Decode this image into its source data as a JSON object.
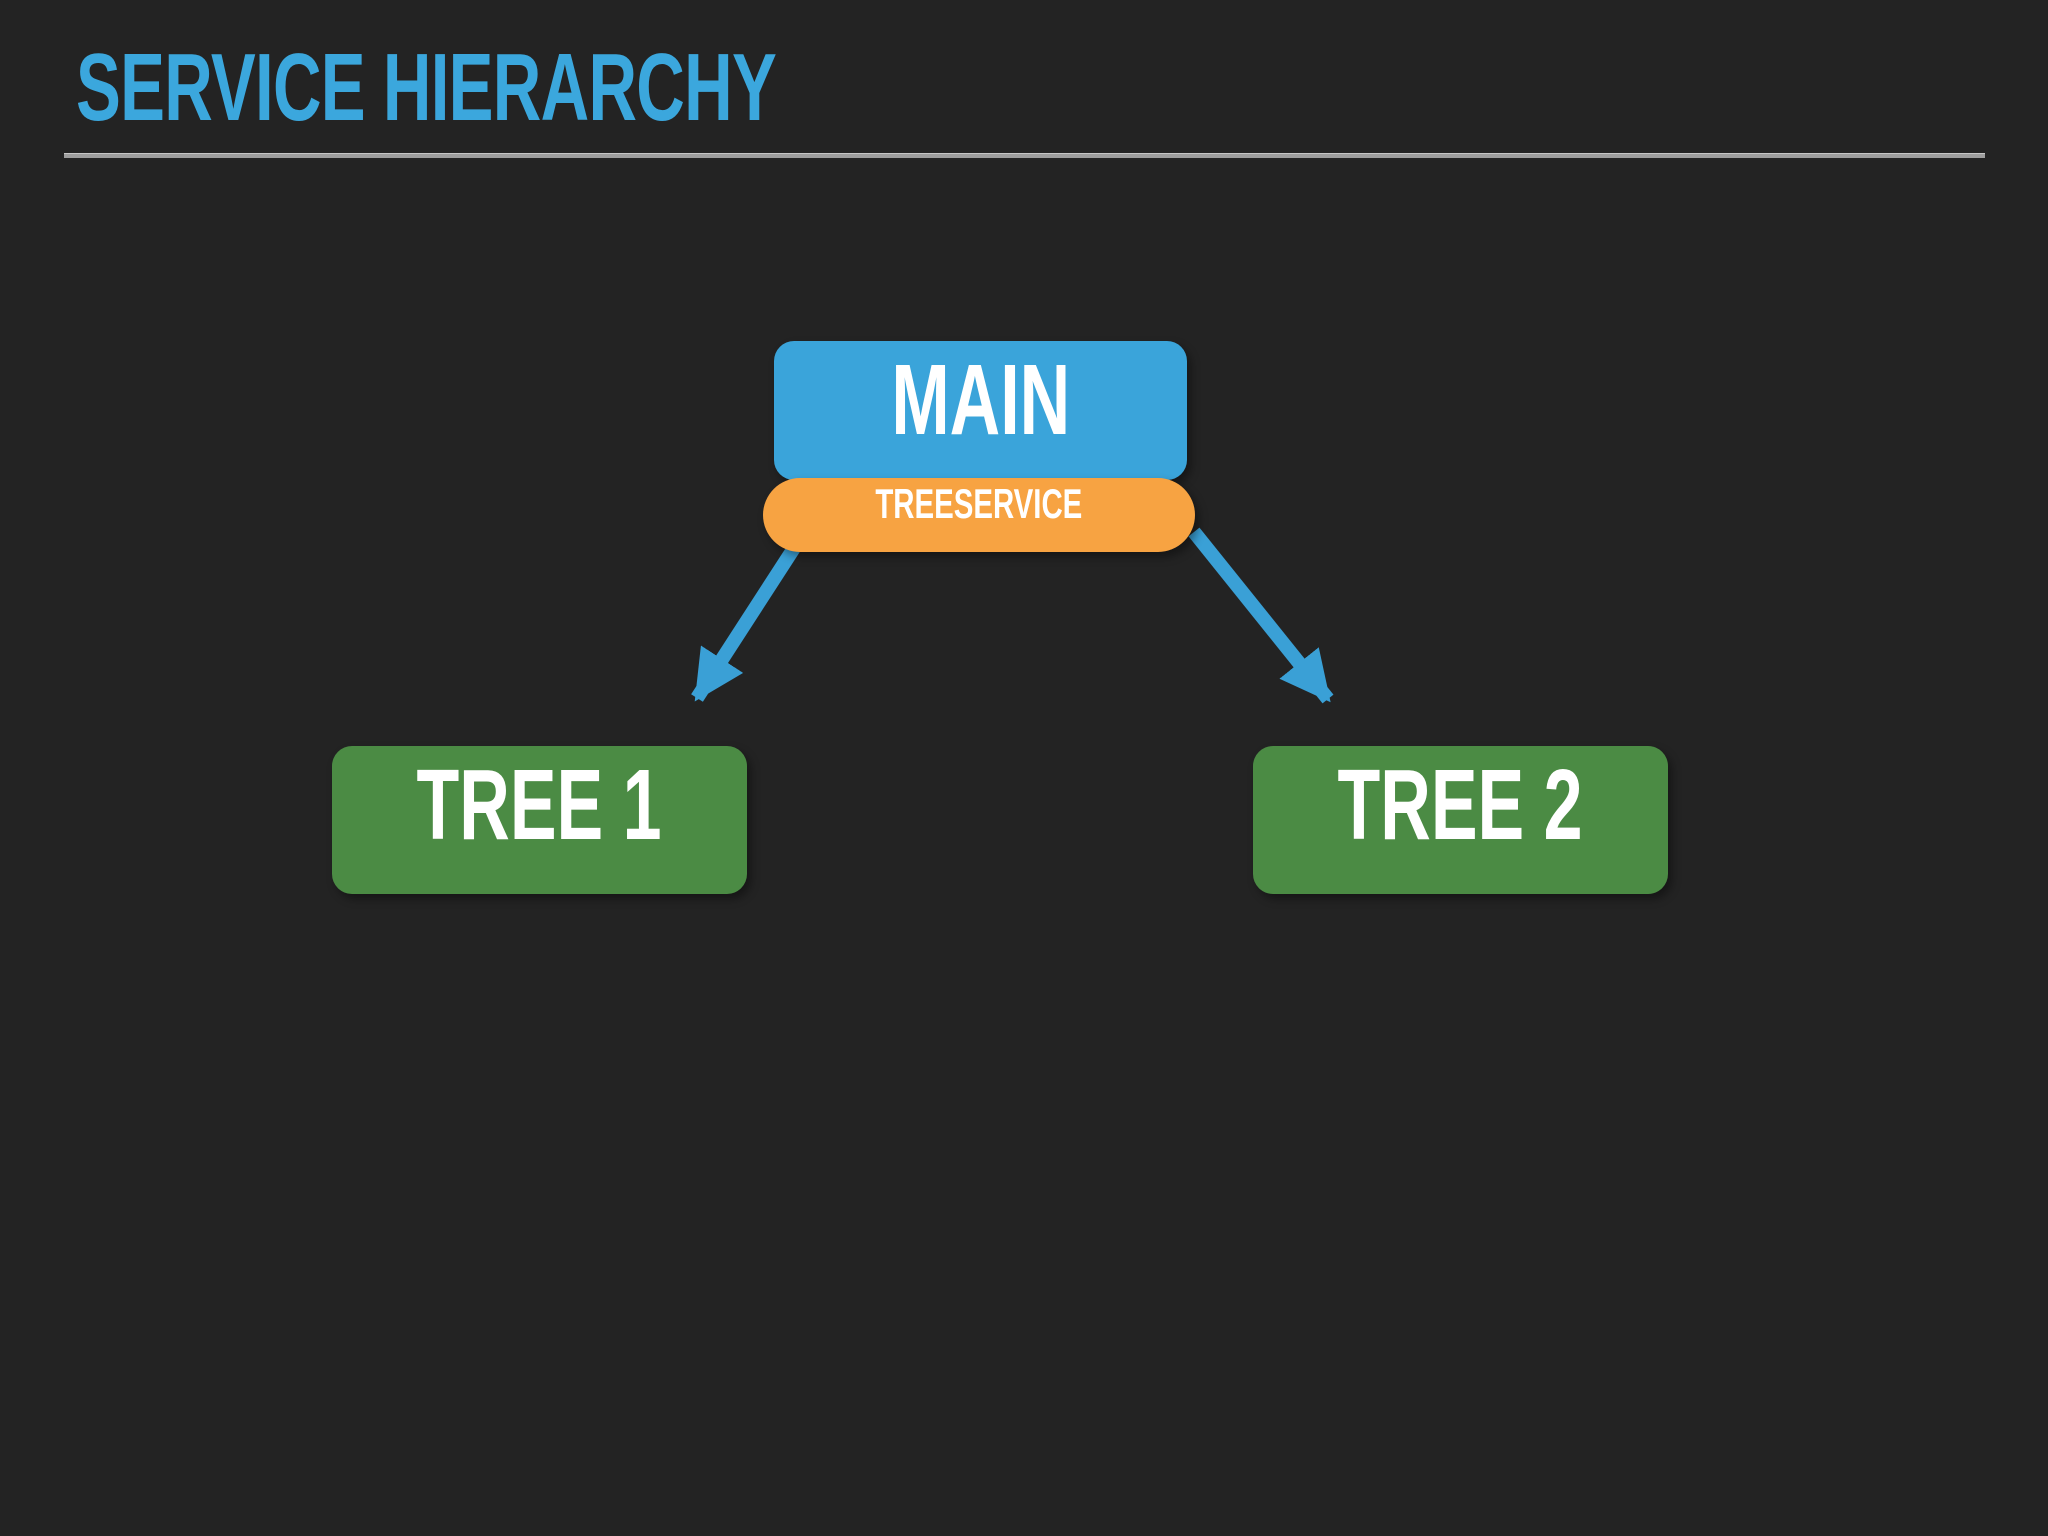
{
  "slide": {
    "title": "SERVICE HIERARCHY"
  },
  "diagram": {
    "root": {
      "label": "MAIN"
    },
    "service": {
      "label": "TREESERVICE"
    },
    "children": [
      {
        "label": "TREE 1"
      },
      {
        "label": "TREE 2"
      }
    ]
  },
  "colors": {
    "background": "#232323",
    "title": "#3BA7DD",
    "rule": "#9E9E9E",
    "node_main": "#3AA4DA",
    "node_service": "#F7A342",
    "node_tree": "#4B8B44",
    "arrow": "#3AA0D6",
    "node_text": "#FFFFFF"
  }
}
